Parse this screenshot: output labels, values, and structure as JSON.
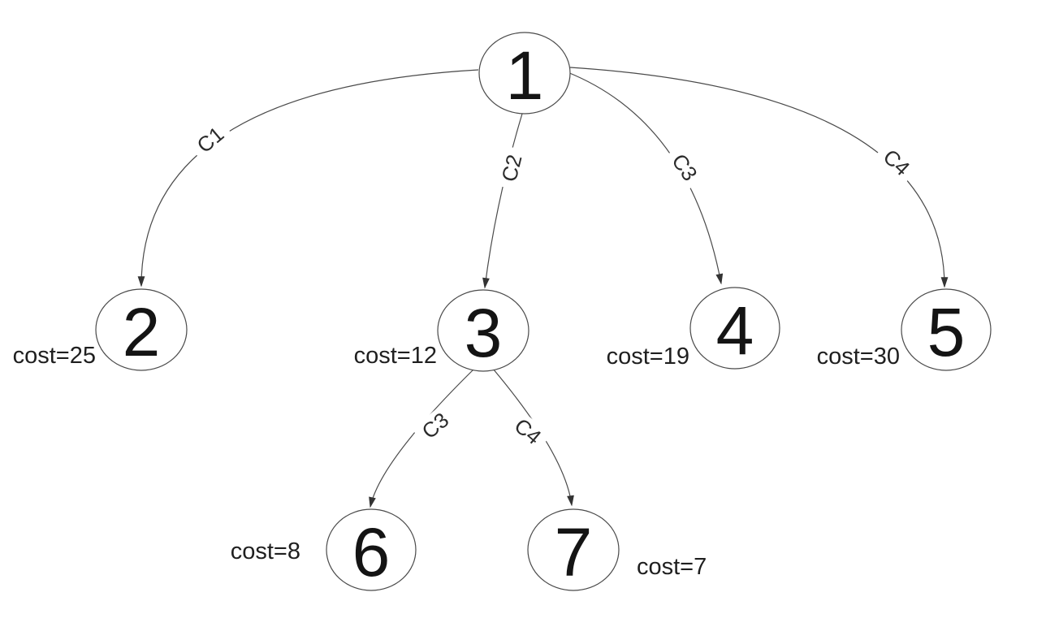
{
  "diagram": {
    "type": "tree-graph",
    "background_color": "#ffffff",
    "edge_color": "#4a4a4a",
    "text_color": "#1f1f1f",
    "nodes": [
      {
        "id": "1",
        "label": "1"
      },
      {
        "id": "2",
        "label": "2",
        "cost_label": "cost=25"
      },
      {
        "id": "3",
        "label": "3",
        "cost_label": "cost=12"
      },
      {
        "id": "4",
        "label": "4",
        "cost_label": "cost=19"
      },
      {
        "id": "5",
        "label": "5",
        "cost_label": "cost=30"
      },
      {
        "id": "6",
        "label": "6",
        "cost_label": "cost=8"
      },
      {
        "id": "7",
        "label": "7",
        "cost_label": "cost=7"
      }
    ],
    "edges": [
      {
        "from": "1",
        "to": "2",
        "label": "C1"
      },
      {
        "from": "1",
        "to": "3",
        "label": "C2"
      },
      {
        "from": "1",
        "to": "4",
        "label": "C3"
      },
      {
        "from": "1",
        "to": "5",
        "label": "C4"
      },
      {
        "from": "3",
        "to": "6",
        "label": "C3"
      },
      {
        "from": "3",
        "to": "7",
        "label": "C4"
      }
    ]
  }
}
